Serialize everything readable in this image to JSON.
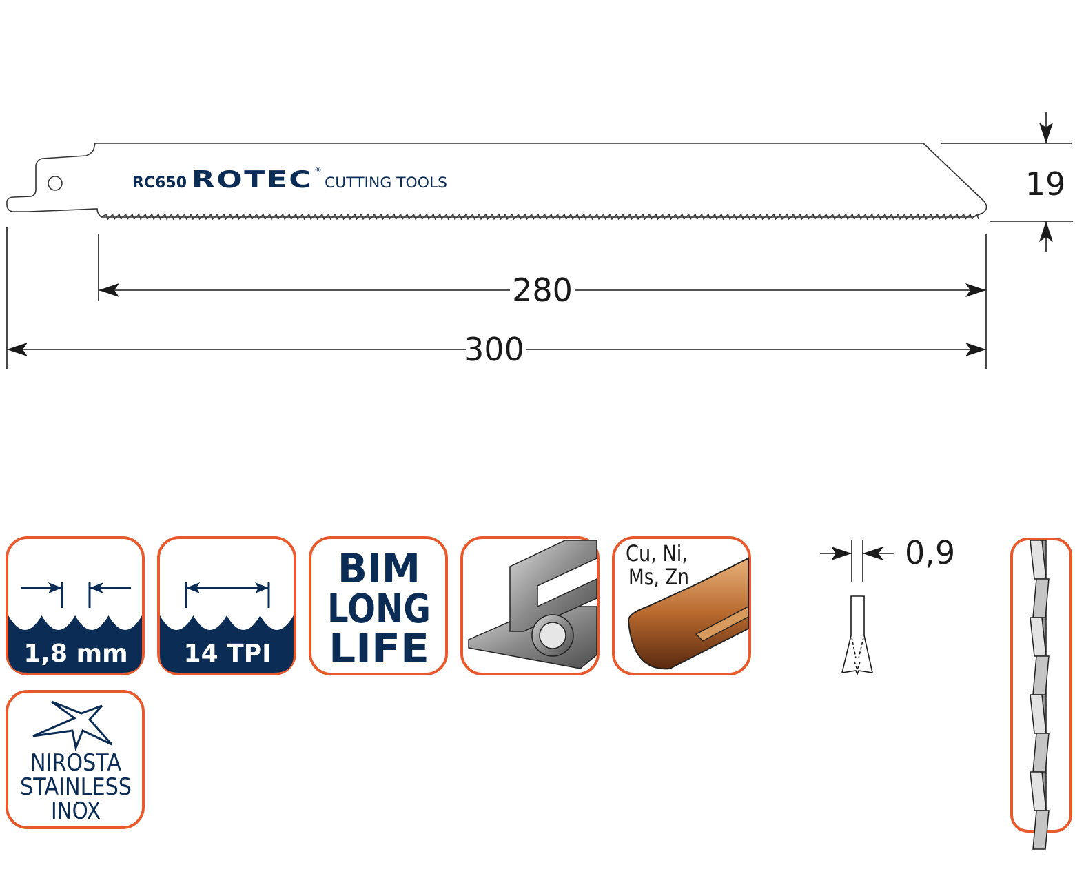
{
  "blade": {
    "model": "RC650",
    "brand": "ROTEC",
    "registered": "®",
    "tagline": "CUTTING TOOLS"
  },
  "dimensions": {
    "working_length": "280",
    "total_length": "300",
    "height": "19",
    "thickness": "0,9"
  },
  "icons": {
    "tooth_pitch": "1,8 mm",
    "tpi": "14 TPI",
    "material_lines": [
      "BIM",
      "LONG",
      "LIFE"
    ],
    "metals_line1": "Cu, Ni,",
    "metals_line2": "Ms, Zn",
    "stainless_lines": [
      "NIROSTA",
      "STAINLESS",
      "INOX"
    ]
  },
  "colors": {
    "accent": "#e8592b",
    "navy": "#0b2d55"
  }
}
